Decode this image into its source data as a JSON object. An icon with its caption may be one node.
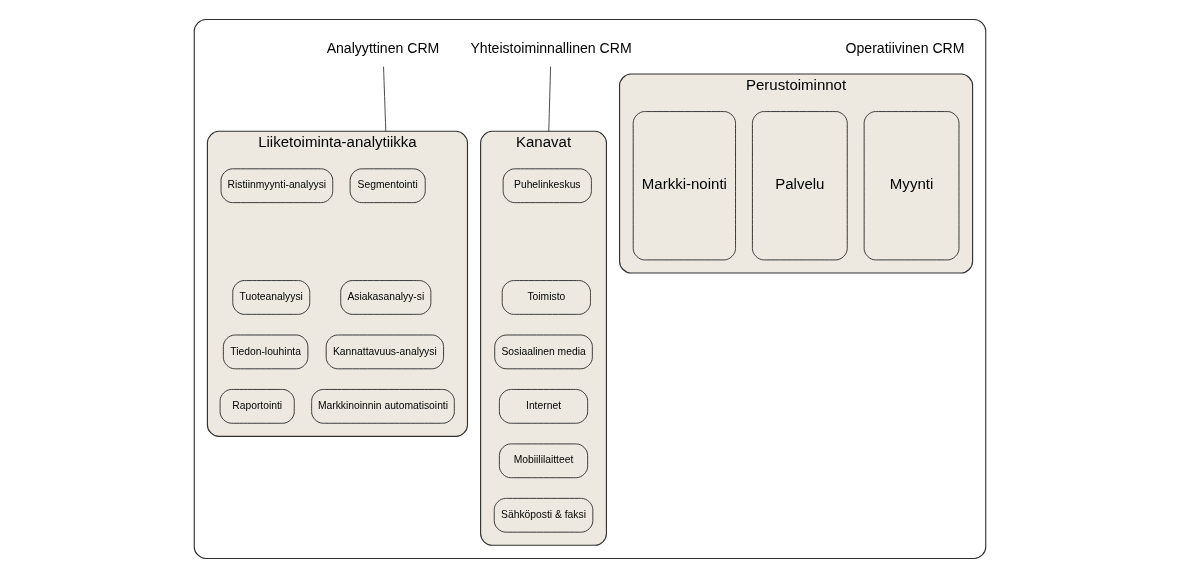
{
  "diagram": {
    "nodes": [
      {
        "text": [],
        "shape": "box"
      },
      {
        "text": [
          "Yhteistoiminnallinen CRM"
        ],
        "in": 0
      },
      {
        "text": [
          "Analyyttinen CRM"
        ],
        "in": 0
      },
      {
        "text": [
          "Kanavat"
        ],
        "in": 0
      },
      {
        "text": [
          "Puhelinkeskus"
        ],
        "in": 3
      },
      {
        "text": [
          "Toimisto"
        ],
        "in": 3
      },
      {
        "text": [
          "Sosiaalinen media"
        ],
        "in": 3
      },
      {
        "text": [
          "Internet"
        ],
        "in": 3
      },
      {
        "text": [
          "Mobiililaitteet"
        ],
        "in": 3
      },
      {
        "text": [
          "Sähköposti & faksi"
        ],
        "in": 3
      },
      {
        "text": [
          "Perustoiminnot"
        ],
        "in": 0
      },
      {
        "text": [
          "Myynti"
        ],
        "in": 10
      },
      {
        "text": [
          "Palvelu"
        ],
        "in": 10
      },
      {
        "text": [
          "Markki-nointi"
        ],
        "in": 10
      },
      {
        "text": [
          "Liiketoiminta-analytiikka"
        ],
        "in": 0
      },
      {
        "text": [
          "Segmentointi"
        ],
        "in": 14
      },
      {
        "text": [
          "Ristiinmyynti-analyysi"
        ],
        "in": 14
      },
      {
        "text": [
          "Asiakasanalyy-si"
        ],
        "in": 14
      },
      {
        "text": [
          "Tuoteanalyysi"
        ],
        "in": 14
      },
      {
        "text": [
          "Kannattavuus-analyysi"
        ],
        "in": 14
      },
      {
        "text": [
          "Tiedon-louhinta"
        ],
        "in": 14
      },
      {
        "text": [
          "Markkinoinnin automatisointi"
        ],
        "in": 14
      },
      {
        "text": [
          "Raportointi"
        ],
        "in": 14
      }
    ],
    "edges": [
      {
        "from": 1,
        "to": 3,
        "arrow": "none"
      },
      {
        "from": 2,
        "to": 14,
        "arrow": "none"
      }
    ],
    "labels": [
      "Operatiivinen CRM"
    ]
  }
}
